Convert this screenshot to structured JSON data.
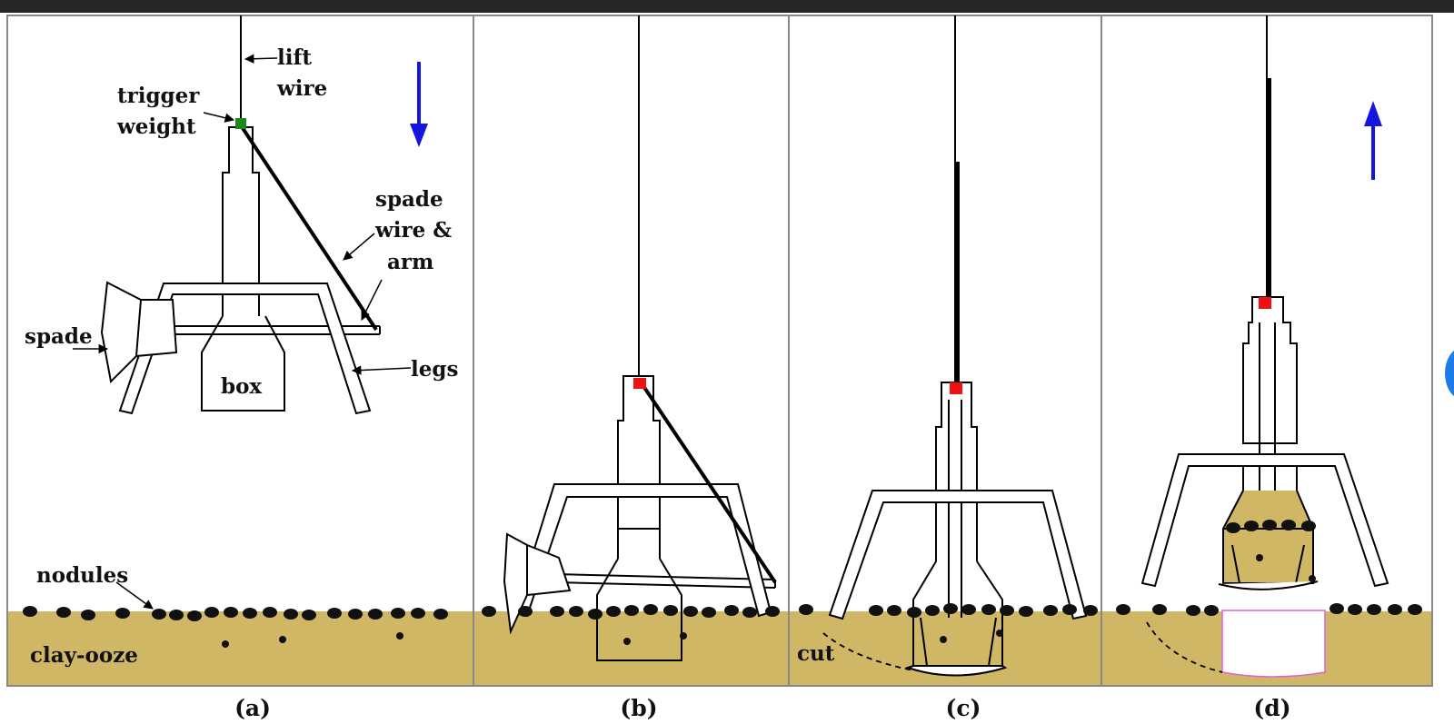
{
  "labels": {
    "lift": "lift",
    "wire": "wire",
    "trigger": "trigger",
    "weight": "weight",
    "spade_word": "spade",
    "wire_amp": "wire &",
    "arm": "arm",
    "spade": "spade",
    "box": "box",
    "legs": "legs",
    "nodules": "nodules",
    "clay_ooze": "clay-ooze",
    "cut": "cut"
  },
  "captions": [
    "(a)",
    "(b)",
    "(c)",
    "(d)"
  ],
  "colors": {
    "sediment": "#cfb765",
    "trigger_weight_a": "#1a8a1a",
    "trigger_weight": "#ee1111",
    "motion_arrow": "#1515e0",
    "core_hole_outline": "#e060d0",
    "window_bar": "#262626"
  },
  "icons": {
    "panel_a_arrow": "arrow-down-icon",
    "panel_d_arrow": "arrow-up-icon"
  }
}
